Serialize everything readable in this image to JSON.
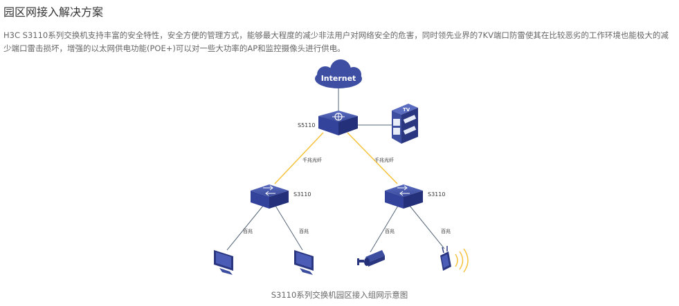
{
  "page": {
    "title": "园区网接入解决方案",
    "description": "H3C S3110系列交换机支持丰富的安全特性，安全方便的管理方式，能够最大程度的减少非法用户对网络安全的危害，同时领先业界的7KV端口防雷使其在比较恶劣的工作环境也能极大的减少端口雷击损坏，增强的以太网供电功能(POE+)可以对一些大功率的AP和监控摄像头进行供电。",
    "caption": "S3110系列交换机园区接入组网示意图"
  },
  "diagram": {
    "internet_label": "Internet",
    "core_switch_label": "S5110",
    "tv_label": "TV",
    "left_switch_label": "S3110",
    "right_switch_label": "S3110",
    "uplink_left_label": "千兆光纤",
    "uplink_right_label": "千兆光纤",
    "link_ll_label": "百兆",
    "link_lr_label": "百兆",
    "link_rl_label": "百兆",
    "link_rr_label": "百兆",
    "colors": {
      "device_blue": "#3d4ea0",
      "device_dark": "#2a3780",
      "fiber_line": "#f5c23a",
      "copper_line": "#556577"
    }
  }
}
